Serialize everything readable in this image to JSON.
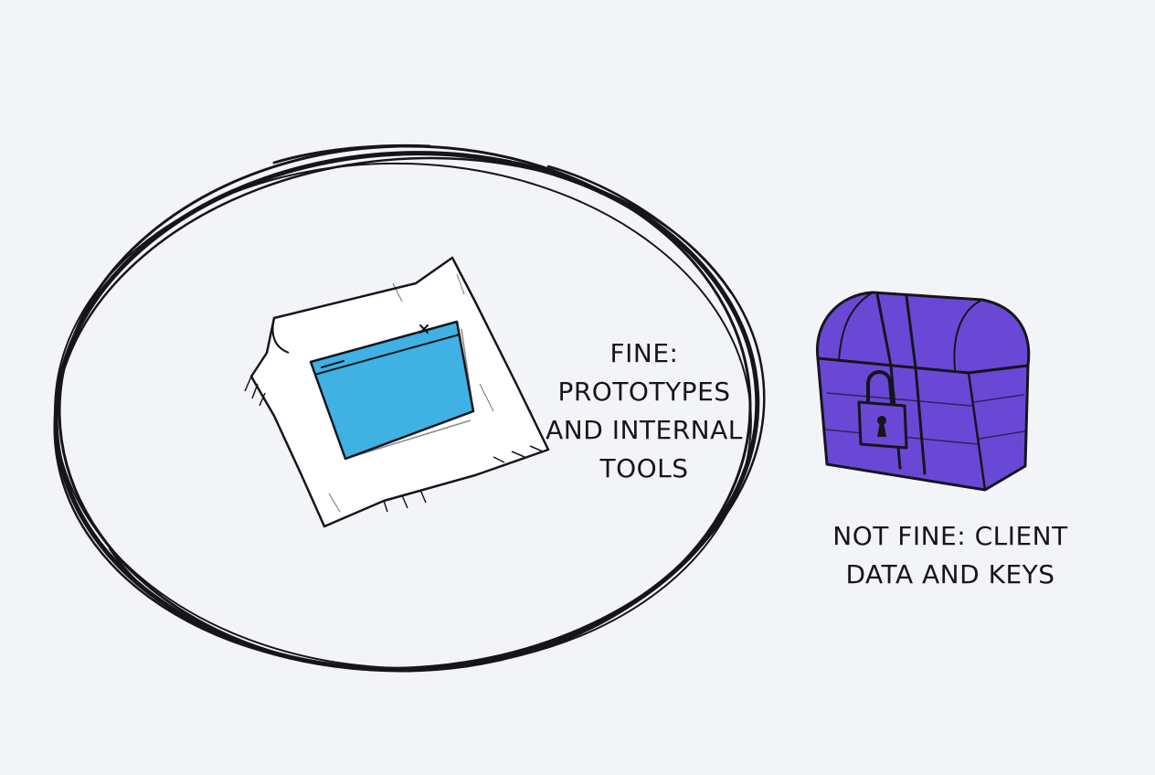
{
  "labels": {
    "fine": [
      "FINE:",
      "PROTOTYPES",
      "AND INTERNAL",
      "TOOLS"
    ],
    "not_fine": [
      "NOT FINE: CLIENT",
      "DATA AND KEYS"
    ]
  },
  "icons": {
    "inside": "cloth-wrapped-window-icon",
    "outside": "locked-treasure-chest-icon"
  },
  "colors": {
    "background": "#f3f4f8",
    "ink": "#15151c",
    "window": "#3fb1e3",
    "chest": "#6a48d6",
    "cloth": "#ffffff"
  }
}
